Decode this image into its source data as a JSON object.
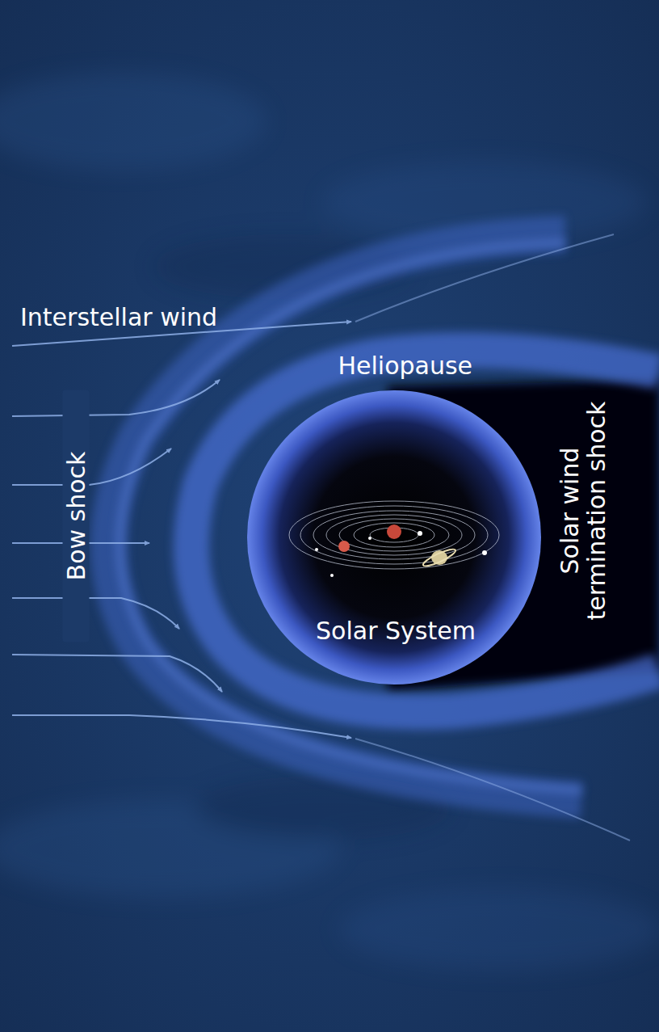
{
  "diagram": {
    "labels": [
      "Interstellar wind",
      "Heliopause",
      "Bow shock",
      "Solar wind termination shock",
      "Solar System"
    ]
  }
}
